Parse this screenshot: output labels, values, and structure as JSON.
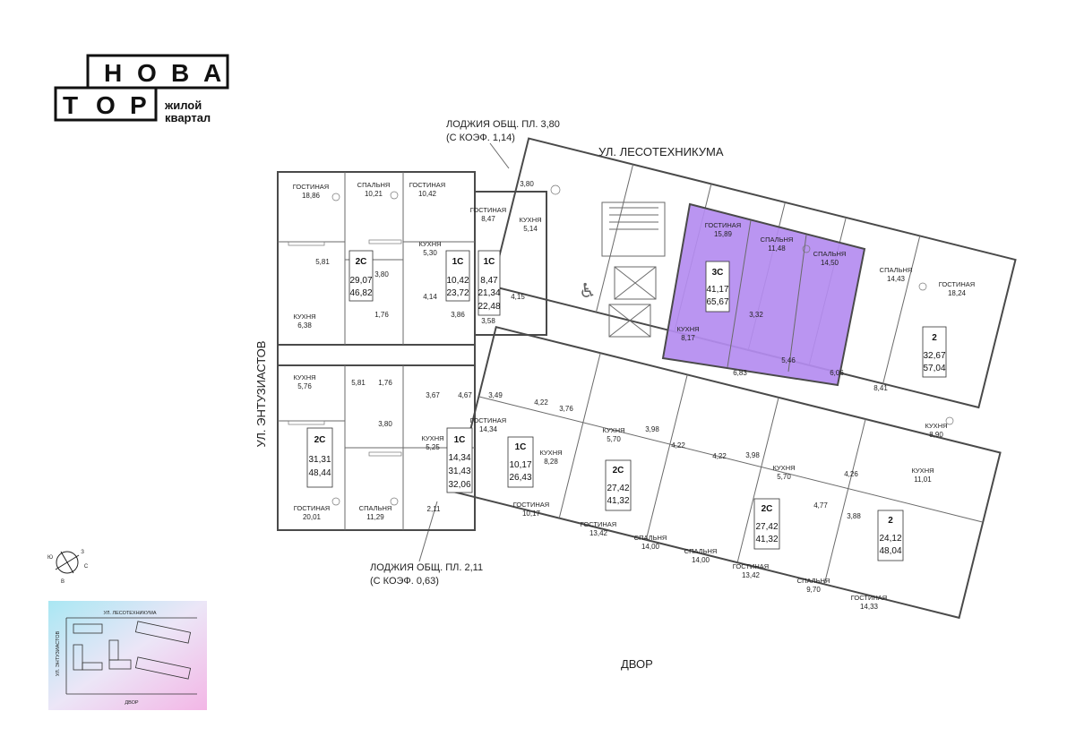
{
  "logo": {
    "row1": [
      "Н",
      "О",
      "В",
      "А"
    ],
    "row2": [
      "Т",
      "О",
      "Р"
    ],
    "sub1": "жилой",
    "sub2": "квартал"
  },
  "streets": {
    "top": "УЛ. ЛЕСОТЕХНИКУМА",
    "left": "УЛ. ЭНТУЗИАСТОВ",
    "bottom": "ДВОР"
  },
  "loggia_top": {
    "line1": "ЛОДЖИЯ ОБЩ. ПЛ. 3,80",
    "line2": "(С КОЭФ. 1,14)"
  },
  "loggia_bottom": {
    "line1": "ЛОДЖИЯ ОБЩ. ПЛ. 2,11",
    "line2": "(С КОЭФ. 0,63)"
  },
  "compass": {
    "n": "З",
    "e": "С",
    "s": "В",
    "w": "Ю"
  },
  "minimap": {
    "top": "УЛ. ЛЕСОТЕХНИКУМА",
    "left": "УЛ. ЭНТУЗИАСТОВ",
    "bottom": "ДВОР"
  },
  "highlight_color": "#b48cf0",
  "apartments": [
    {
      "code": "2С",
      "a1": "29,07",
      "a2": "46,82"
    },
    {
      "code": "1С",
      "a1": "10,42",
      "a2": "23,72"
    },
    {
      "code": "1С",
      "a1": "8,47",
      "a2": "21,34",
      "a3": "22,48"
    },
    {
      "code": "3С",
      "a1": "41,17",
      "a2": "65,67",
      "highlighted": true
    },
    {
      "code": "2",
      "a1": "32,67",
      "a2": "57,04"
    },
    {
      "code": "2С",
      "a1": "31,31",
      "a2": "48,44"
    },
    {
      "code": "1С",
      "a1": "14,34",
      "a2": "31,43",
      "a3": "32,06"
    },
    {
      "code": "1С",
      "a1": "10,17",
      "a2": "26,43"
    },
    {
      "code": "2С",
      "a1": "27,42",
      "a2": "41,32"
    },
    {
      "code": "2С",
      "a1": "27,42",
      "a2": "41,32"
    },
    {
      "code": "2",
      "a1": "24,12",
      "a2": "48,04"
    }
  ],
  "rooms": [
    {
      "label": "ГОСТИНАЯ",
      "area": "18,86"
    },
    {
      "label": "СПАЛЬНЯ",
      "area": "10,21"
    },
    {
      "label": "ГОСТИНАЯ",
      "area": "10,42"
    },
    {
      "label": "ГОСТИНАЯ",
      "area": "8,47"
    },
    {
      "label": "КУХНЯ",
      "area": "5,14"
    },
    {
      "label": "КУХНЯ",
      "area": "5,30"
    },
    {
      "label": "КУХНЯ",
      "area": "6,38"
    },
    {
      "label": "ГОСТИНАЯ",
      "area": "15,89"
    },
    {
      "label": "СПАЛЬНЯ",
      "area": "11,48"
    },
    {
      "label": "СПАЛЬНЯ",
      "area": "14,50"
    },
    {
      "label": "СПАЛЬНЯ",
      "area": "14,43"
    },
    {
      "label": "ГОСТИНАЯ",
      "area": "18,24"
    },
    {
      "label": "КУХНЯ",
      "area": "8,17"
    },
    {
      "label": "КУХНЯ",
      "area": "5,76"
    },
    {
      "label": "КУХНЯ",
      "area": "5,25"
    },
    {
      "label": "ГОСТИНАЯ",
      "area": "14,34"
    },
    {
      "label": "КУХНЯ",
      "area": "8,90"
    },
    {
      "label": "КУХНЯ",
      "area": "8,28"
    },
    {
      "label": "КУХНЯ",
      "area": "5,70"
    },
    {
      "label": "КУХНЯ",
      "area": "5,70"
    },
    {
      "label": "КУХНЯ",
      "area": "11,01"
    },
    {
      "label": "ГОСТИНАЯ",
      "area": "20,01"
    },
    {
      "label": "СПАЛЬНЯ",
      "area": "11,29"
    },
    {
      "label": "ГОСТИНАЯ",
      "area": "10,17"
    },
    {
      "label": "ГОСТИНАЯ",
      "area": "13,42"
    },
    {
      "label": "СПАЛЬНЯ",
      "area": "14,00"
    },
    {
      "label": "СПАЛЬНЯ",
      "area": "14,00"
    },
    {
      "label": "ГОСТИНАЯ",
      "area": "13,42"
    },
    {
      "label": "СПАЛЬНЯ",
      "area": "9,70"
    },
    {
      "label": "ГОСТИНАЯ",
      "area": "14,33"
    }
  ],
  "small_areas": [
    "3,80",
    "5,81",
    "3,80",
    "4,14",
    "3,86",
    "1,76",
    "4,15",
    "3,58",
    "3,32",
    "6,83",
    "5,46",
    "6,06",
    "8,41",
    "5,81",
    "1,76",
    "3,67",
    "4,67",
    "3,49",
    "3,80",
    "4,22",
    "3,76",
    "3,98",
    "4,22",
    "4,22",
    "3,98",
    "4,26",
    "4,77",
    "3,88",
    "2,11"
  ]
}
